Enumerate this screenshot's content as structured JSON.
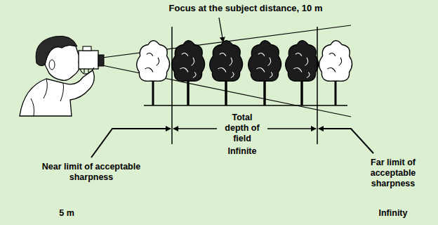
{
  "diagram": {
    "labels": [
      "Focus at the subject distance, 10 m",
      "Total depth of field",
      "Infinite",
      "Near limit of acceptable sharpness",
      "5 m",
      "Far limit of acceptable sharpness",
      "Infinity"
    ]
  }
}
